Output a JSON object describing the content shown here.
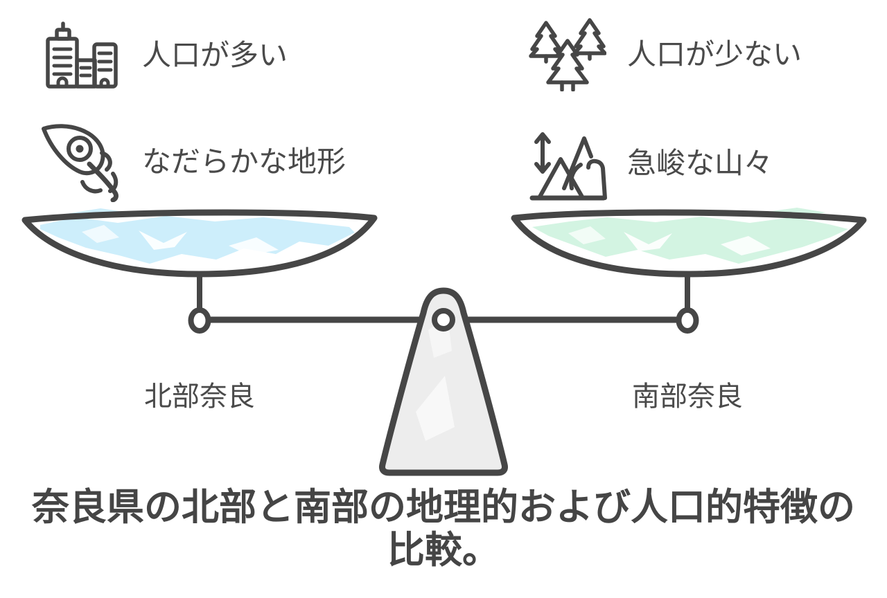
{
  "diagram_type": "balance-scale-comparison",
  "features": {
    "population_high": {
      "icon": "city-buildings-icon",
      "label": "人口が多い"
    },
    "population_low": {
      "icon": "pine-trees-icon",
      "label": "人口が少ない"
    },
    "gentle_terrain": {
      "icon": "feather-icon",
      "label": "なだらかな地形"
    },
    "steep_mountains": {
      "icon": "mountains-elevation-icon",
      "label": "急峻な山々"
    }
  },
  "balance": {
    "left_pan_label": "北部奈良",
    "right_pan_label": "南部奈良"
  },
  "caption": {
    "full_text": "奈良県の北部と南部の地理的および人口的特徴の比較。",
    "line1": "奈良県の北部と南部の地理的および人口的特徴の",
    "line2": "比較。"
  },
  "colors": {
    "stroke": "#464646",
    "label_text": "#4a4a4a",
    "caption_text": "#454545",
    "left_pan_highlight": "#cdeefb",
    "right_pan_highlight": "#d3f4e2",
    "fulcrum_fill": "#ededed",
    "background": "#ffffff"
  }
}
